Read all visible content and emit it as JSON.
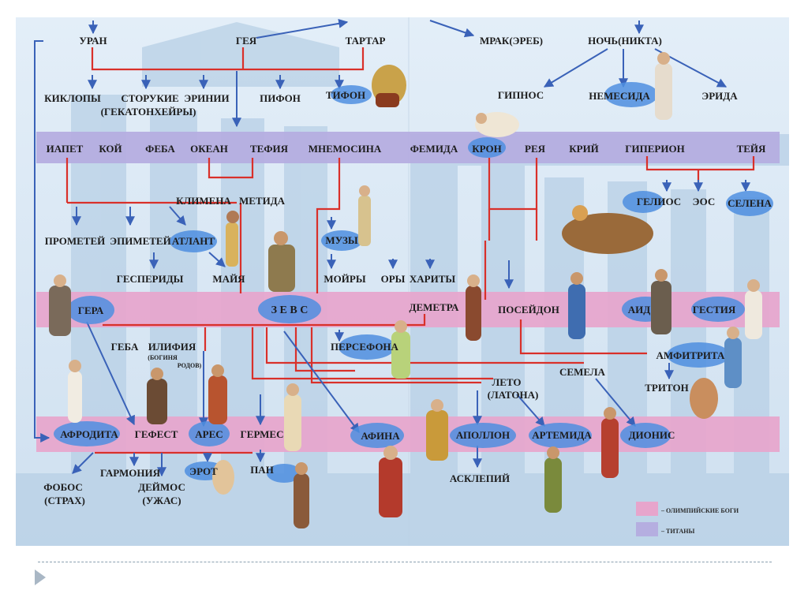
{
  "colors": {
    "titan_band": "#b5aee0",
    "olympian_band": "#e7a5cc",
    "line_red": "#d9302a",
    "line_blue": "#3a62b8",
    "node_ellipse": "#4f8fe0",
    "background_sky": "#dbe9f6",
    "temple": "#b3cde4"
  },
  "labels": {
    "uran": "УРАН",
    "geya": "ГЕЯ",
    "tartar": "ТАРТАР",
    "mrak": "МРАК(ЭРЕБ)",
    "nikta": "НОЧЬ(НИКТА)",
    "kiklopy": "КИКЛОПЫ",
    "storukie": "СТОРУКИЕ",
    "gekatonheiry": "(ГЕКАТОНХЕЙРЫ)",
    "erinii": "ЭРИНИИ",
    "pifon": "ПИФОН",
    "tifon": "ТИФОН",
    "gipnos": "ГИПНОС",
    "nemesida": "НЕМЕСИДА",
    "erida": "ЭРИДА",
    "iapet": "ИАПЕТ",
    "koi": "КОЙ",
    "feba": "ФЕБА",
    "okean": "ОКЕАН",
    "tefiya": "ТЕФИЯ",
    "mnemosina": "МНЕМОСИНА",
    "femida": "ФЕМИДА",
    "kron": "КРОН",
    "reya": "РЕЯ",
    "krii": "КРИЙ",
    "giperion": "ГИПЕРИОН",
    "teiya": "ТЕЙЯ",
    "klimena": "КЛИМЕНА",
    "metida": "МЕТИДА",
    "gelios": "ГЕЛИОС",
    "eos": "ЭОС",
    "selena": "СЕЛЕНА",
    "prometei": "ПРОМЕТЕЙ",
    "epimetei": "ЭПИМЕТЕЙ",
    "atlant": "АТЛАНТ",
    "muzy": "МУЗЫ",
    "gesperidy": "ГЕСПЕРИДЫ",
    "maiya": "МАЙЯ",
    "moiry": "МОЙРЫ",
    "ory": "ОРЫ",
    "harity": "ХАРИТЫ",
    "gera": "ГЕРА",
    "zevs": "З Е В С",
    "demetra": "ДЕМЕТРА",
    "poseidon": "ПОСЕЙДОН",
    "aid": "АИД",
    "gestiya": "ГЕСТИЯ",
    "geba": "ГЕБА",
    "ilifiya": "ИЛИФИЯ",
    "ilifiya_note1": "(БОГИНЯ",
    "ilifiya_note2": "РОДОВ)",
    "persefona": "ПЕРСЕФОНА",
    "amfitrita": "АМФИТРИТА",
    "leto": "ЛЕТО",
    "latona": "(ЛАТОНА)",
    "semela": "СЕМЕЛА",
    "triton": "ТРИТОН",
    "afrodita": "АФРОДИТА",
    "gefest": "ГЕФЕСТ",
    "ares": "АРЕС",
    "germes": "ГЕРМЕС",
    "afina": "АФИНА",
    "apollon": "АПОЛЛОН",
    "artemida": "АРТЕМИДА",
    "dionis": "ДИОНИС",
    "garmoniya": "ГАРМОНИЯ",
    "erot": "ЭРОТ",
    "pan": "ПАН",
    "fobos": "ФОБОС",
    "strah": "(СТРАХ)",
    "deimos": "ДЕЙМОС",
    "uzhas": "(УЖАС)",
    "asklepii": "АСКЛЕПИЙ"
  },
  "legend": {
    "olympian": "– ОЛИМПИЙСКИЕ БОГИ",
    "titans": "– ТИТАНЫ"
  }
}
